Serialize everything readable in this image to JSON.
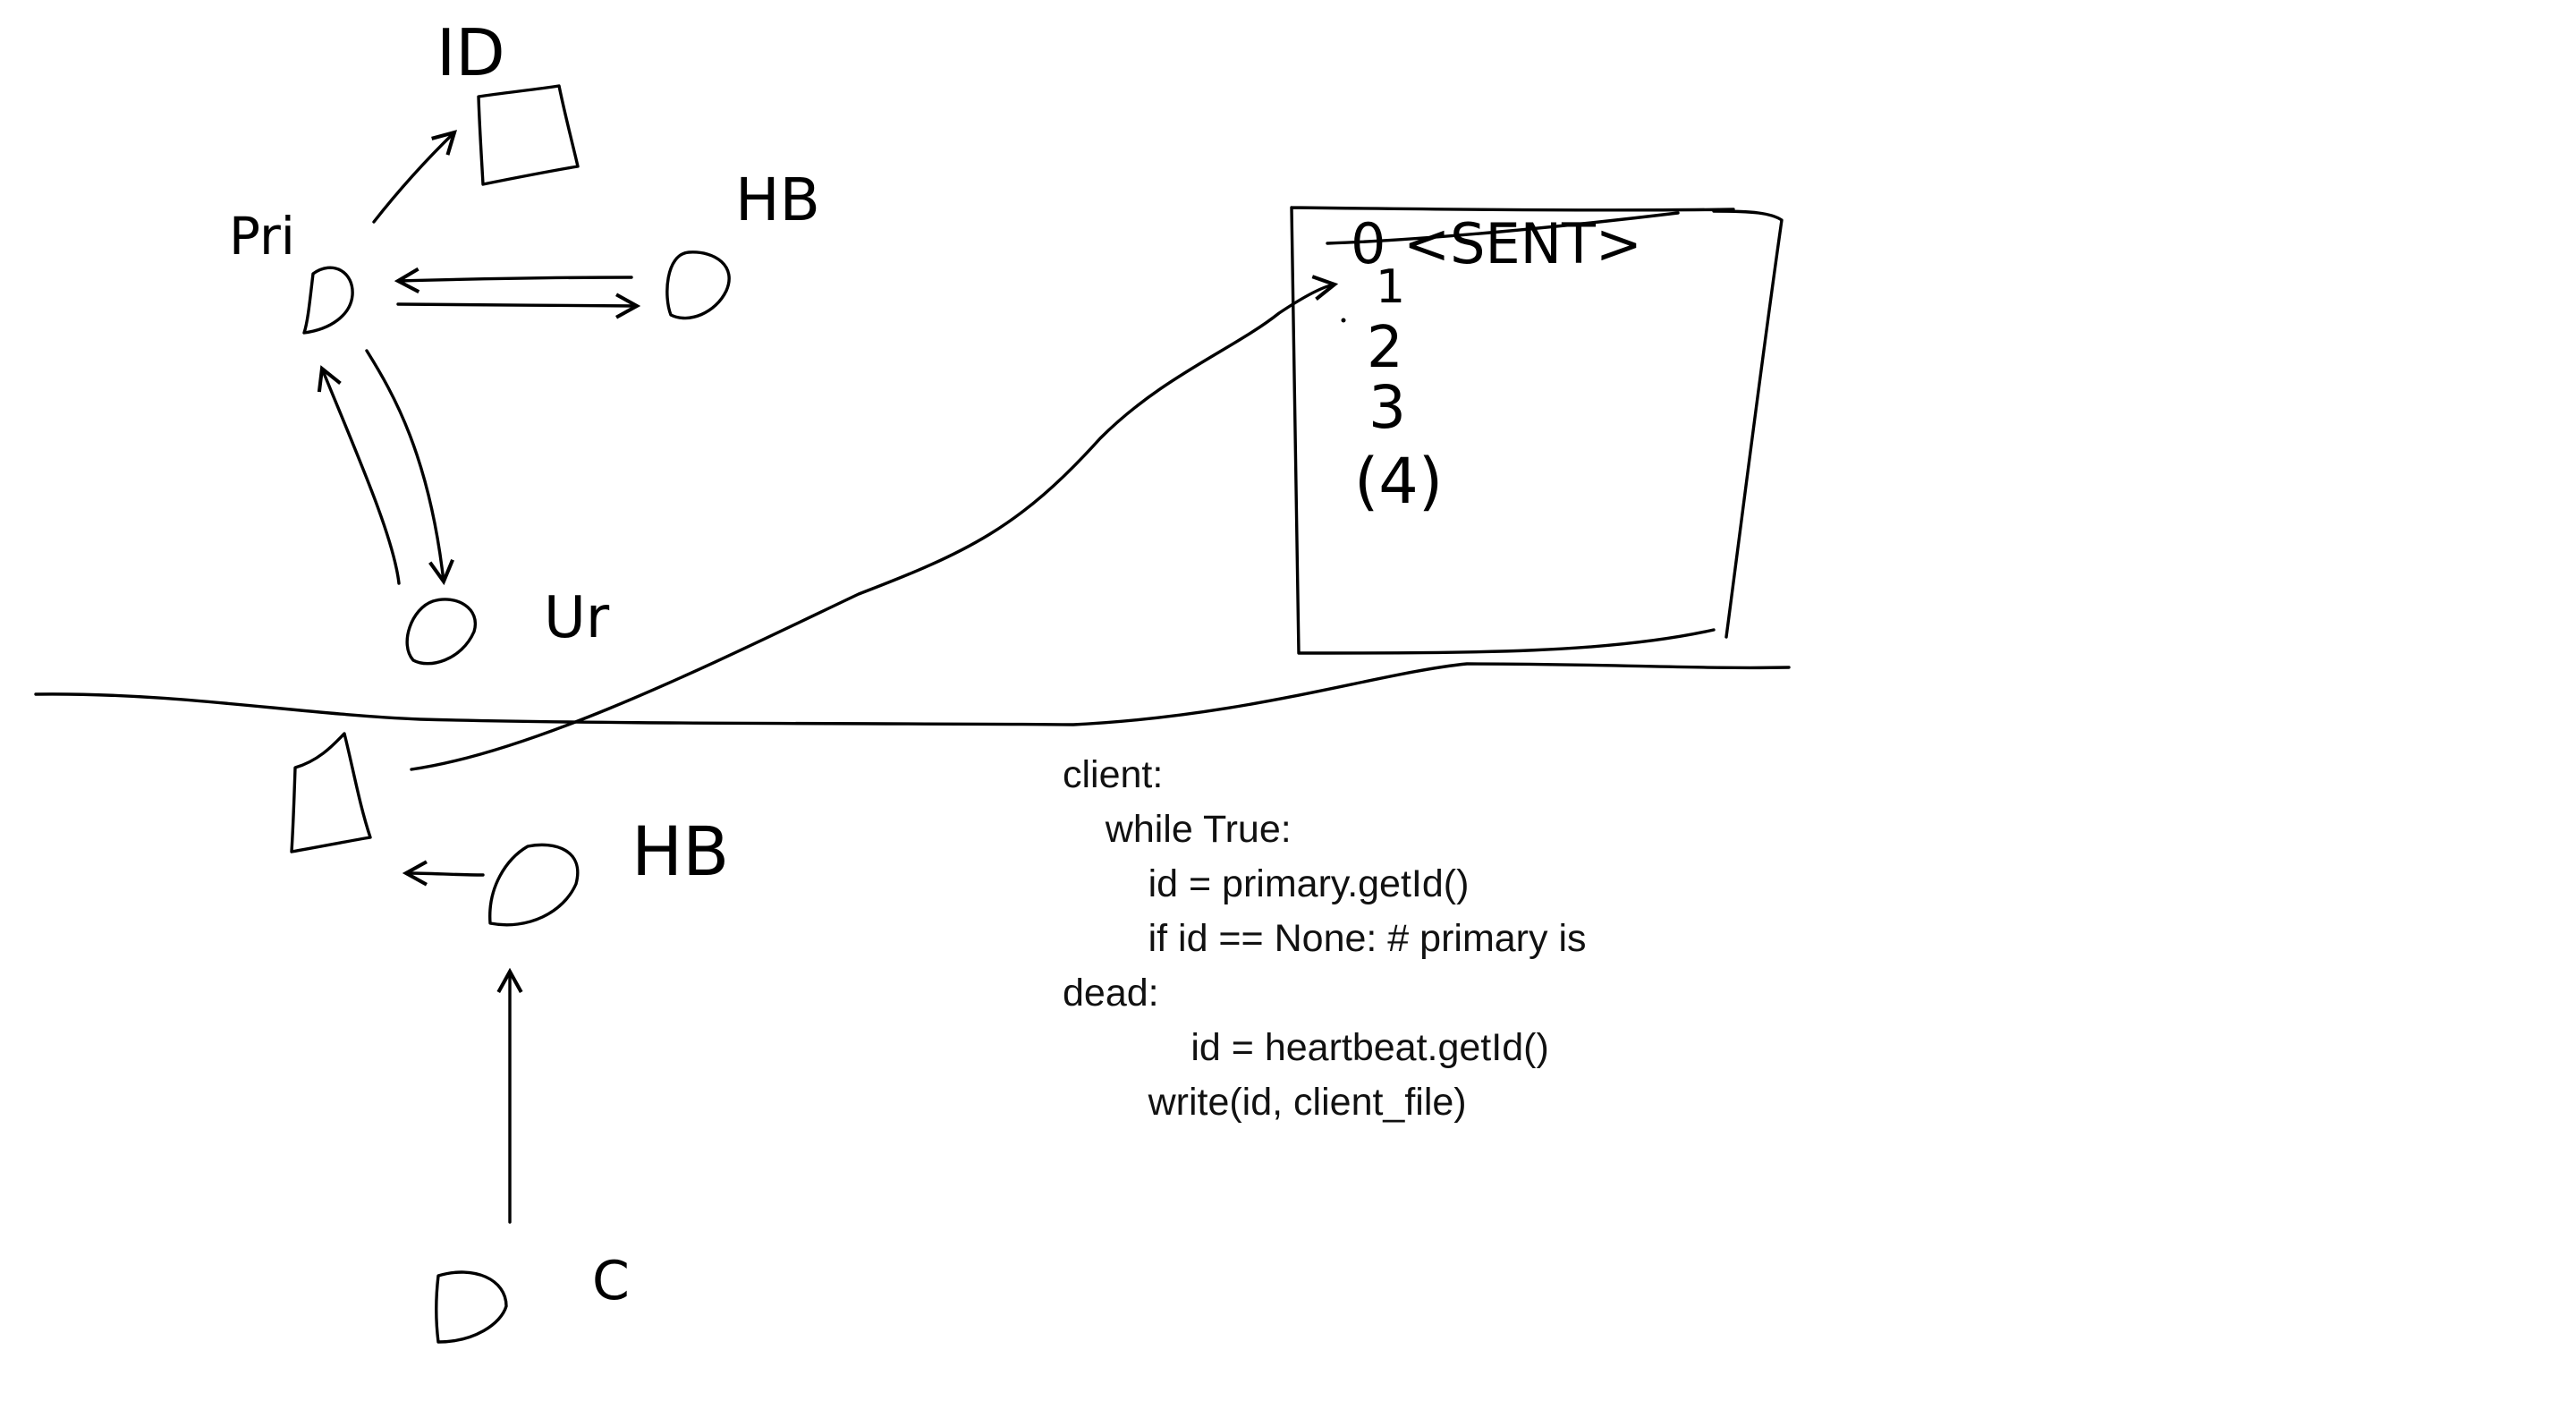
{
  "labels": {
    "id": "ID",
    "hb_top": "HB",
    "pri": "Pri",
    "ur": "Ur",
    "hb_bottom": "HB",
    "c": "C",
    "box_header": "0 <SENT>",
    "box_item_1": "1",
    "box_item_2": "2",
    "box_item_3": "3",
    "box_item_4": "(4)"
  },
  "code": [
    "client:",
    "    while True:",
    "        id = primary.getId()",
    "        if id == None: # primary is",
    "dead:",
    "            id = heartbeat.getId()",
    "        write(id, client_file)"
  ]
}
